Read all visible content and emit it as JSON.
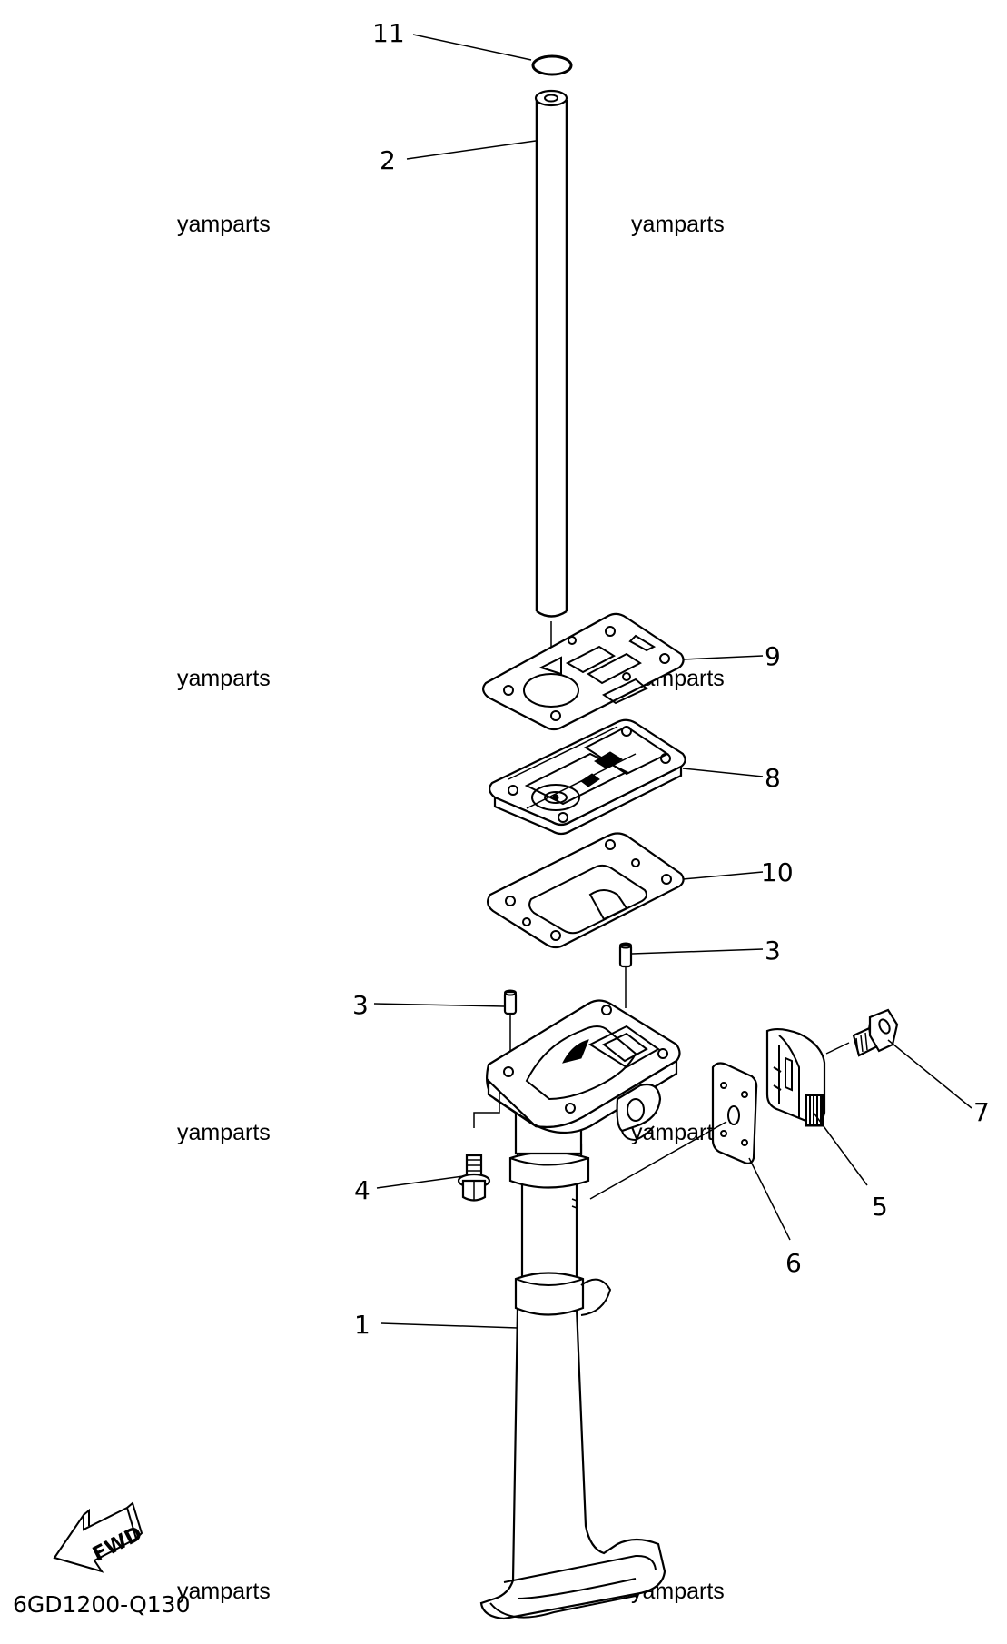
{
  "diagram": {
    "code": "6GD1200-Q130",
    "fwd_label": "FWD",
    "watermark_text": "yamparts",
    "part_numbers": {
      "p1": "1",
      "p2": "2",
      "p3a": "3",
      "p3b": "3",
      "p4": "4",
      "p5": "5",
      "p6": "6",
      "p7": "7",
      "p8": "8",
      "p9": "9",
      "p10": "10",
      "p11": "11"
    },
    "icons": {
      "fwd_arrow": "fwd-arrow-icon"
    }
  }
}
